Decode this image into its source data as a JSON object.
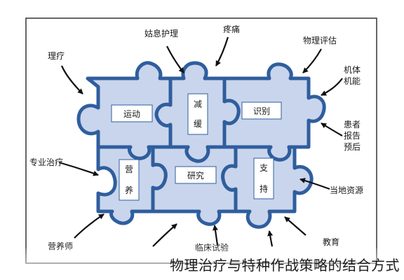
{
  "pieces": {
    "sport": "运动",
    "reduce_1": "减",
    "reduce_2": "缓",
    "knowledge": "识别",
    "nutrition_1": "营",
    "nutrition_2": "养",
    "research": "研究",
    "support_1": "支",
    "support_2": "持"
  },
  "labels": {
    "stop_care": "姑息护理",
    "pain": "疼痛",
    "physio_eval": "物理评估",
    "physio": "理疗",
    "mech_1": "机体",
    "mech_2": "机能",
    "patient_1": "患者",
    "patient_2": "报告",
    "patient_3": "预后",
    "professional": "专业治疗",
    "local_res": "当地资源",
    "nutritionist": "营养师",
    "clinical": "临床试验",
    "education": "教育"
  },
  "caption": "物理治疗与特种作战策略的结合方式",
  "colors": {
    "piece_fill": "#c9d5ec",
    "piece_stroke": "#2f5e9e",
    "panel_stroke": "#333333"
  }
}
